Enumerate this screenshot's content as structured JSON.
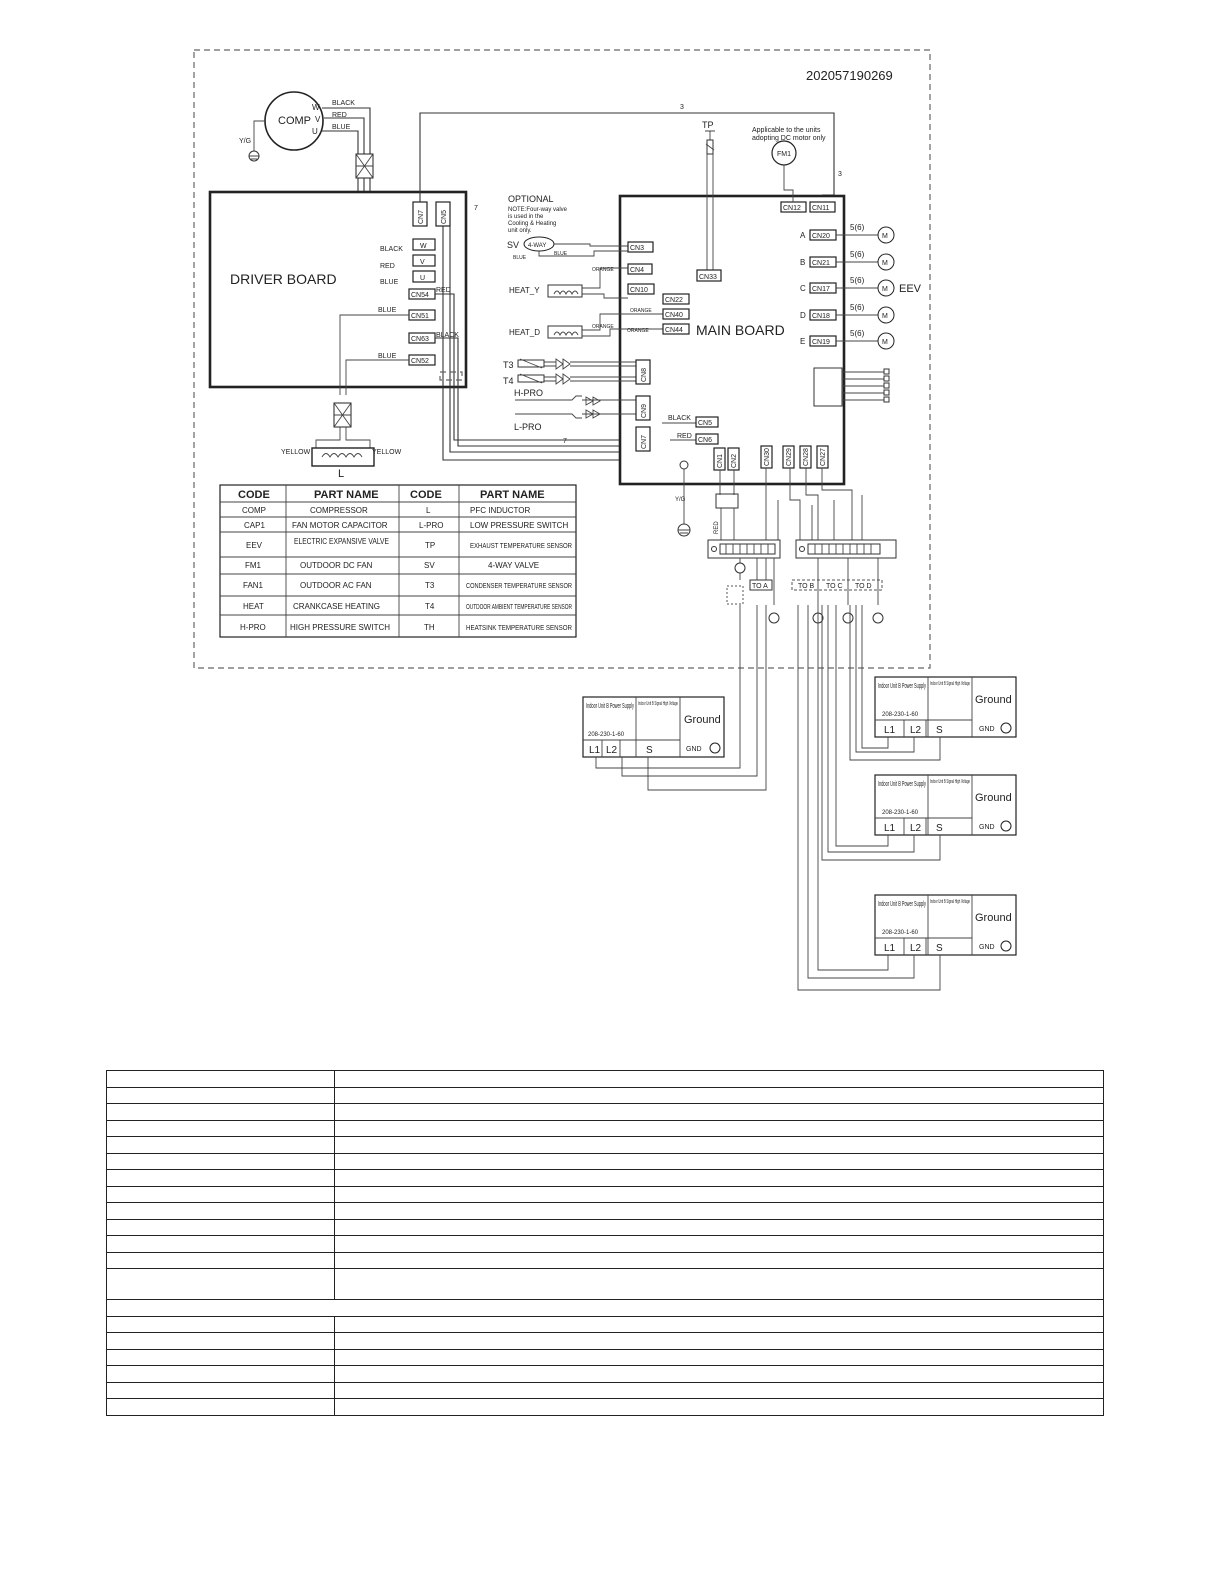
{
  "diagram_id": "202057190269",
  "optional_note": {
    "title": "OPTIONAL",
    "lines": [
      "NOTE:Four-way valve",
      "is used in the",
      "Cooling & Heating",
      "unit only."
    ]
  },
  "fan_note": [
    "Applicable to the units",
    "adopting DC motor only"
  ],
  "boards": {
    "driver": "DRIVER BOARD",
    "main": "MAIN BOARD"
  },
  "components": {
    "comp": "COMP",
    "fm1": "FM1",
    "tp": "TP",
    "sv": "SV",
    "four_way": "4-WAY",
    "heat_y": "HEAT_Y",
    "heat_d": "HEAT_D",
    "t3": "T3",
    "t4": "T4",
    "h_pro": "H-PRO",
    "l_pro": "L-PRO",
    "inductor": "L",
    "eev": "EEV",
    "motor": "M",
    "yg": "Y/G"
  },
  "terminals": {
    "w": "W",
    "v": "V",
    "u": "U"
  },
  "wire_colors": {
    "black": "BLACK",
    "red": "RED",
    "blue": "BLUE",
    "yellow": "YELLOW",
    "orange": "ORANGE"
  },
  "connectors": {
    "cn7": "CN7",
    "cn5": "CN5",
    "cn54": "CN54",
    "cn51": "CN51",
    "cn63": "CN63",
    "cn52": "CN52",
    "cn3": "CN3",
    "cn4": "CN4",
    "cn10": "CN10",
    "cn22": "CN22",
    "cn40": "CN40",
    "cn44": "CN44",
    "cn8": "CN8",
    "cn9": "CN9",
    "cn7m": "CN7",
    "cn5m": "CN5",
    "cn6": "CN6",
    "cn12": "CN12",
    "cn11": "CN11",
    "cn33": "CN33",
    "cn20": "CN20",
    "cn21": "CN21",
    "cn17": "CN17",
    "cn18": "CN18",
    "cn19": "CN19",
    "cn1": "CN1",
    "cn2": "CN2",
    "cn30": "CN30",
    "cn29": "CN29",
    "cn28": "CN28",
    "cn27": "CN27"
  },
  "valves": [
    {
      "letter": "A",
      "conn": "CN20",
      "pins": "5(6)"
    },
    {
      "letter": "B",
      "conn": "CN21",
      "pins": "5(6)"
    },
    {
      "letter": "C",
      "conn": "CN17",
      "pins": "5(6)"
    },
    {
      "letter": "D",
      "conn": "CN18",
      "pins": "5(6)"
    },
    {
      "letter": "E",
      "conn": "CN19",
      "pins": "5(6)"
    }
  ],
  "terminal_blocks": {
    "left": "TO A",
    "right": [
      "TO B",
      "TO C",
      "TO D"
    ]
  },
  "parts_table": {
    "headers": [
      "CODE",
      "PART NAME",
      "CODE",
      "PART NAME"
    ],
    "rows": [
      [
        "COMP",
        "COMPRESSOR",
        "L",
        "PFC INDUCTOR"
      ],
      [
        "CAP1",
        "FAN MOTOR CAPACITOR",
        "L-PRO",
        "LOW PRESSURE SWITCH"
      ],
      [
        "EEV",
        "ELECTRIC EXPANSIVE VALVE",
        "TP",
        "EXHAUST TEMPERATURE SENSOR"
      ],
      [
        "FM1",
        "OUTDOOR DC FAN",
        "SV",
        "4-WAY VALVE"
      ],
      [
        "FAN1",
        "OUTDOOR AC FAN",
        "T3",
        "CONDENSER TEMPERATURE SENSOR"
      ],
      [
        "HEAT",
        "CRANKCASE HEATING",
        "T4",
        "OUTDOOR AMBIENT TEMPERATURE SENSOR"
      ],
      [
        "H-PRO",
        "HIGH PRESSURE SWITCH",
        "TH",
        "HEATSINK TEMPERATURE SENSOR"
      ]
    ]
  },
  "indoor_unit": {
    "power_supply": "Indoor Unit B Power Supply",
    "signal": "Indoor Unit B Signal High Voltage",
    "ground": "Ground",
    "voltage": "208-230-1-60",
    "l1": "L1",
    "l2": "L2",
    "s": "S",
    "gnd": "GND"
  }
}
